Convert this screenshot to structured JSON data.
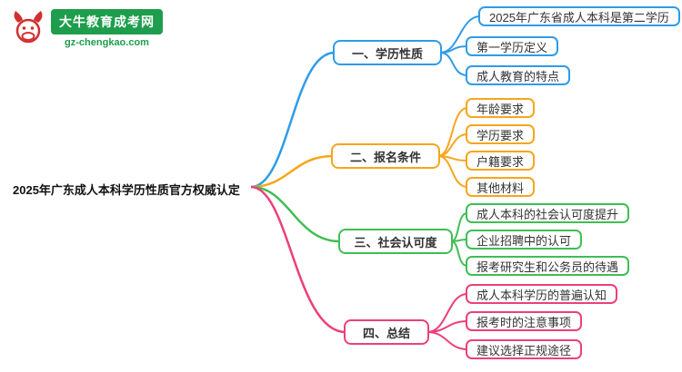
{
  "logo": {
    "site_name": "大牛教育成考网",
    "site_url": "gz-chengkao.com"
  },
  "root": {
    "label": "2025年广东成人本科学历性质官方权威认定"
  },
  "branches": [
    {
      "label": "一、学历性质",
      "color": "#2F9BE8",
      "children": [
        "2025年广东省成人本科是第二学历",
        "第一学历定义",
        "成人教育的特点"
      ]
    },
    {
      "label": "二、报名条件",
      "color": "#F6A61C",
      "children": [
        "年龄要求",
        "学历要求",
        "户籍要求",
        "其他材料"
      ]
    },
    {
      "label": "三、社会认可度",
      "color": "#3FBE54",
      "children": [
        "成人本科的社会认可度提升",
        "企业招聘中的认可",
        "报考研究生和公务员的待遇"
      ]
    },
    {
      "label": "四、总结",
      "color": "#EC407A",
      "children": [
        "成人本科学历的普遍认知",
        "报考时的注意事项",
        "建议选择正规途径"
      ]
    }
  ]
}
